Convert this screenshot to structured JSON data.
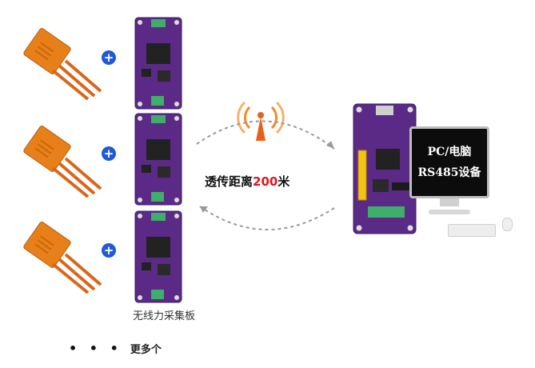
{
  "caption": "无线力采集板",
  "range": {
    "prefix": "透传距离",
    "value": "200",
    "suffix": "米"
  },
  "monitor": {
    "line1": "PC/电脑",
    "line2": "RS485设备"
  },
  "more": {
    "dots": "• • •",
    "text": "更多个"
  },
  "icons": [
    "strain-gauge",
    "plus-icon",
    "wireless-board",
    "antenna-icon",
    "receiver-board",
    "monitor"
  ],
  "colors": {
    "board": "#5a2a86",
    "plus": "#1f5bd6",
    "gauge": "#e8801a",
    "accent": "#e2141b"
  }
}
